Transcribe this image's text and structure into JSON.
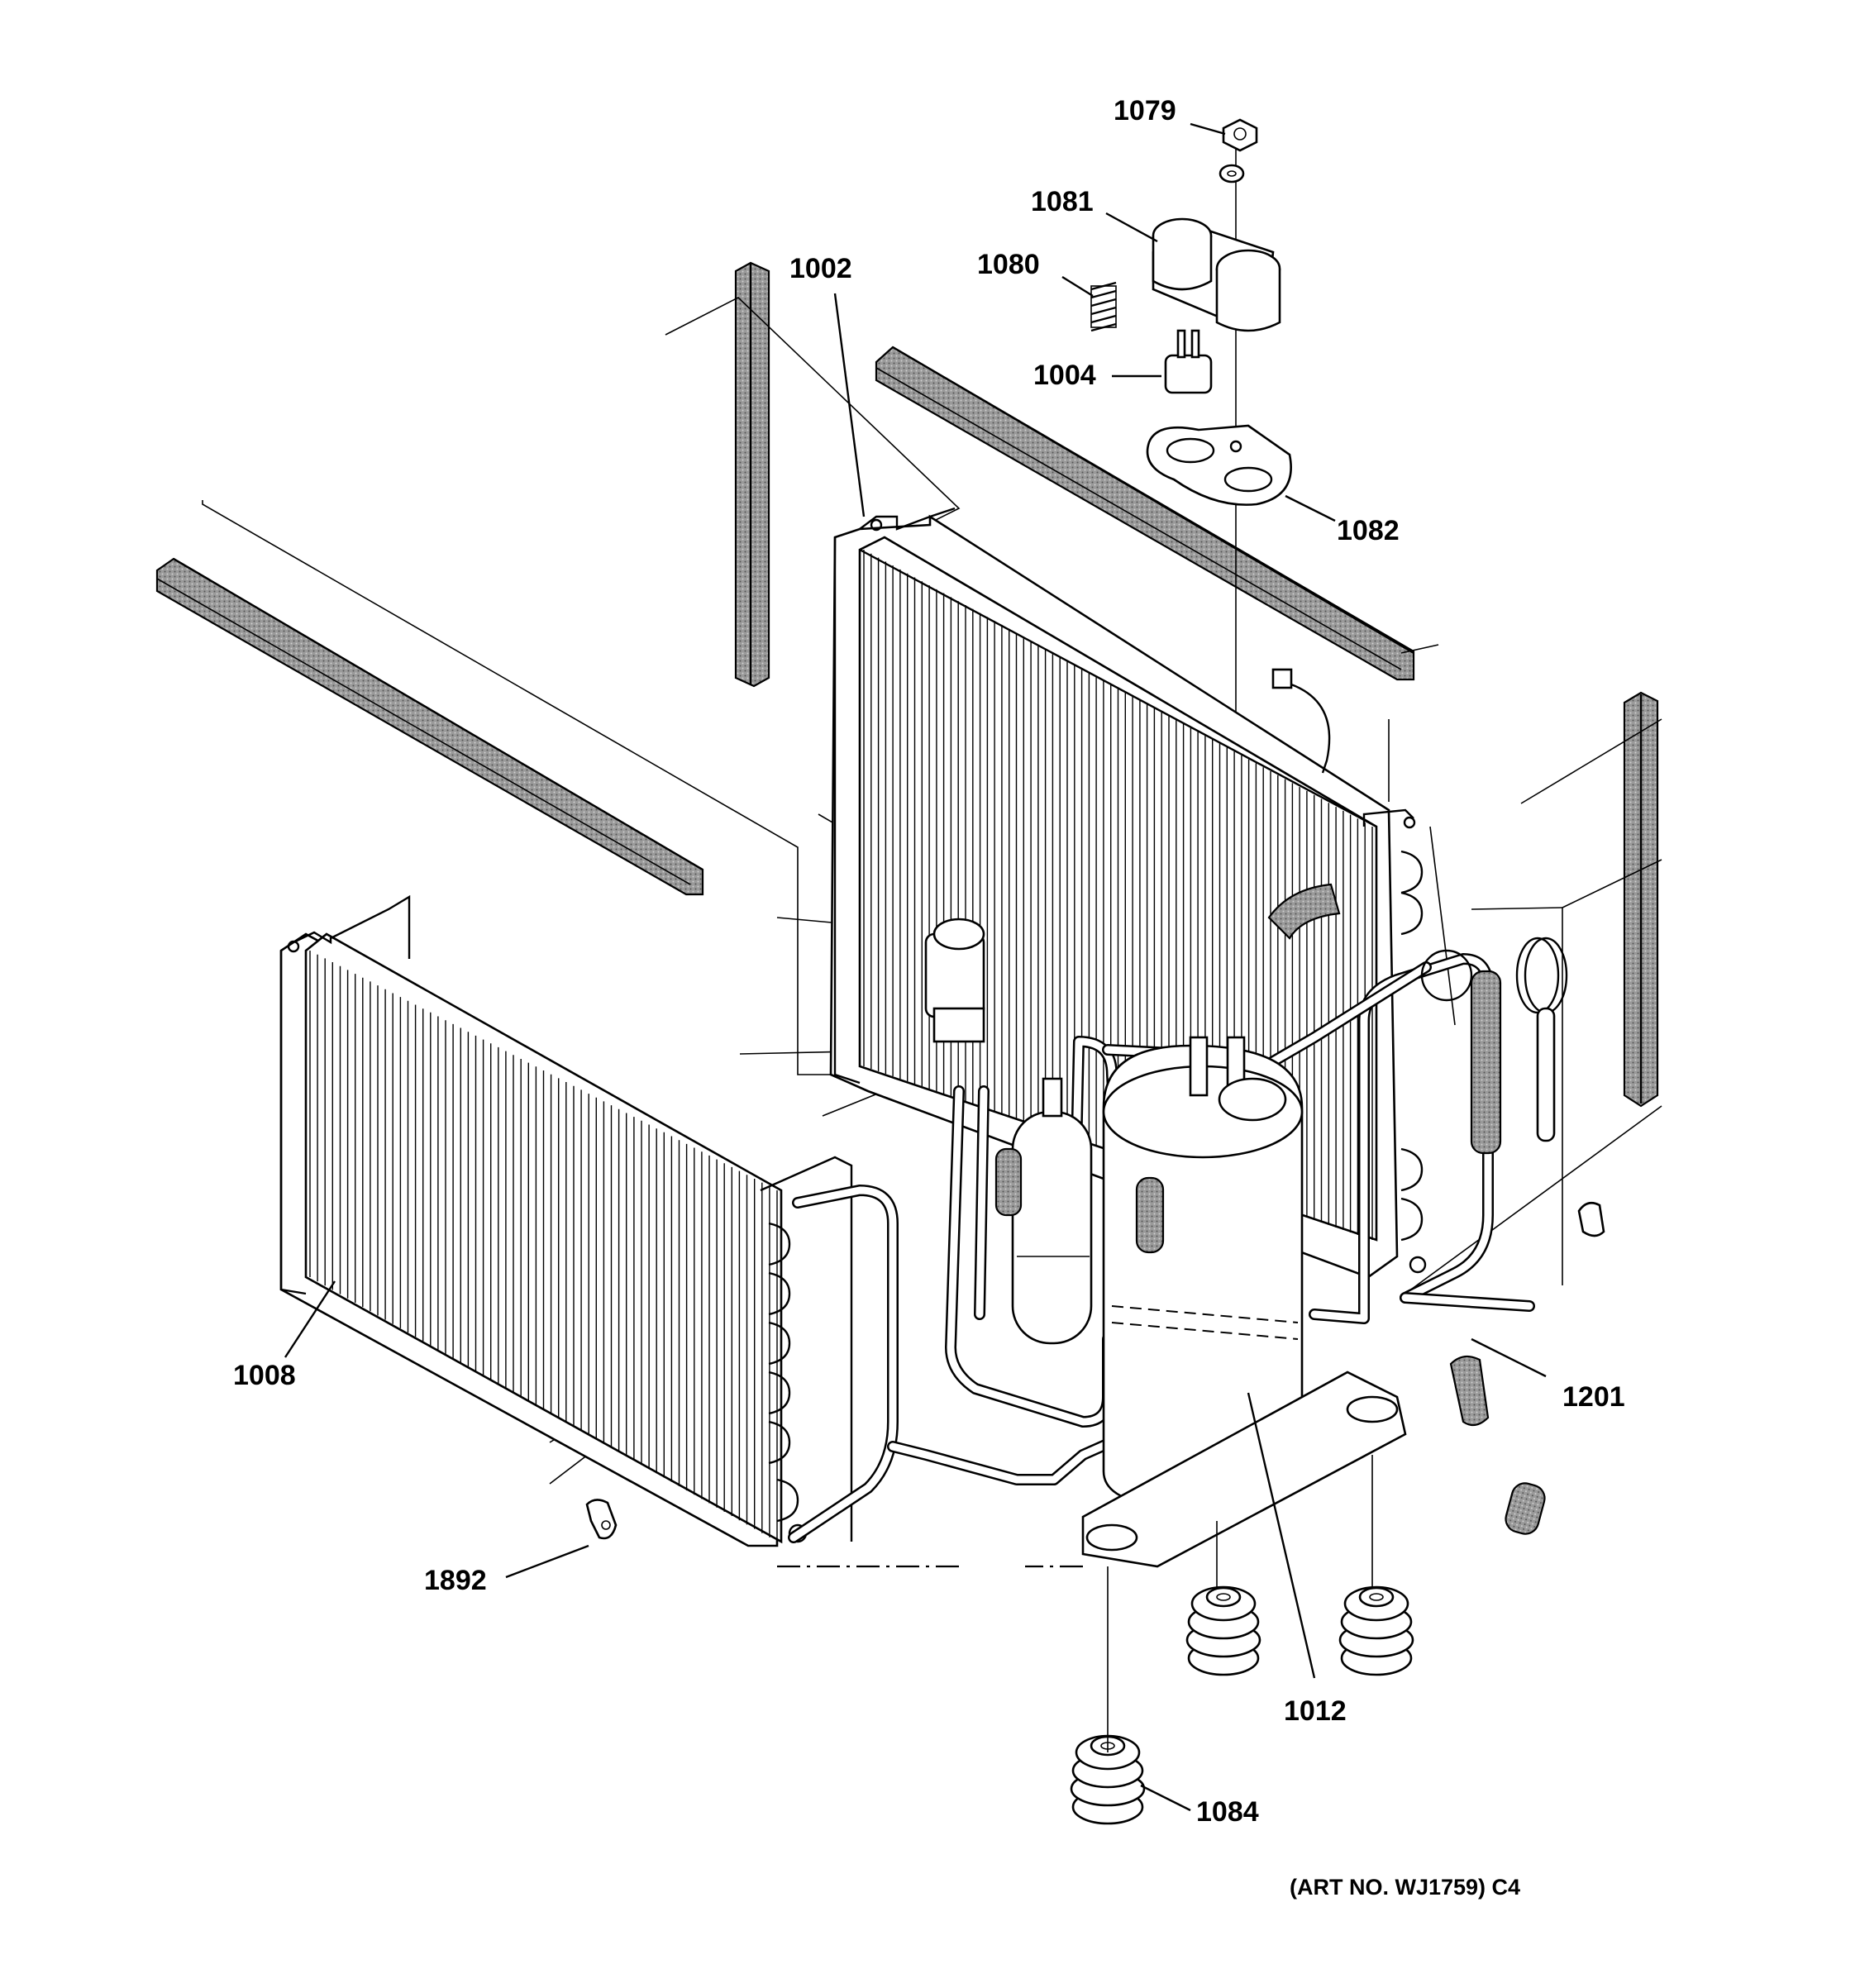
{
  "diagram": {
    "part_numbers": {
      "p1079": "1079",
      "p1081": "1081",
      "p1080": "1080",
      "p1004": "1004",
      "p1082": "1082",
      "p1002": "1002",
      "p1008": "1008",
      "p1201": "1201",
      "p1892": "1892",
      "p1012": "1012",
      "p1084": "1084"
    },
    "art_number": "(ART NO. WJ1759) C4"
  }
}
